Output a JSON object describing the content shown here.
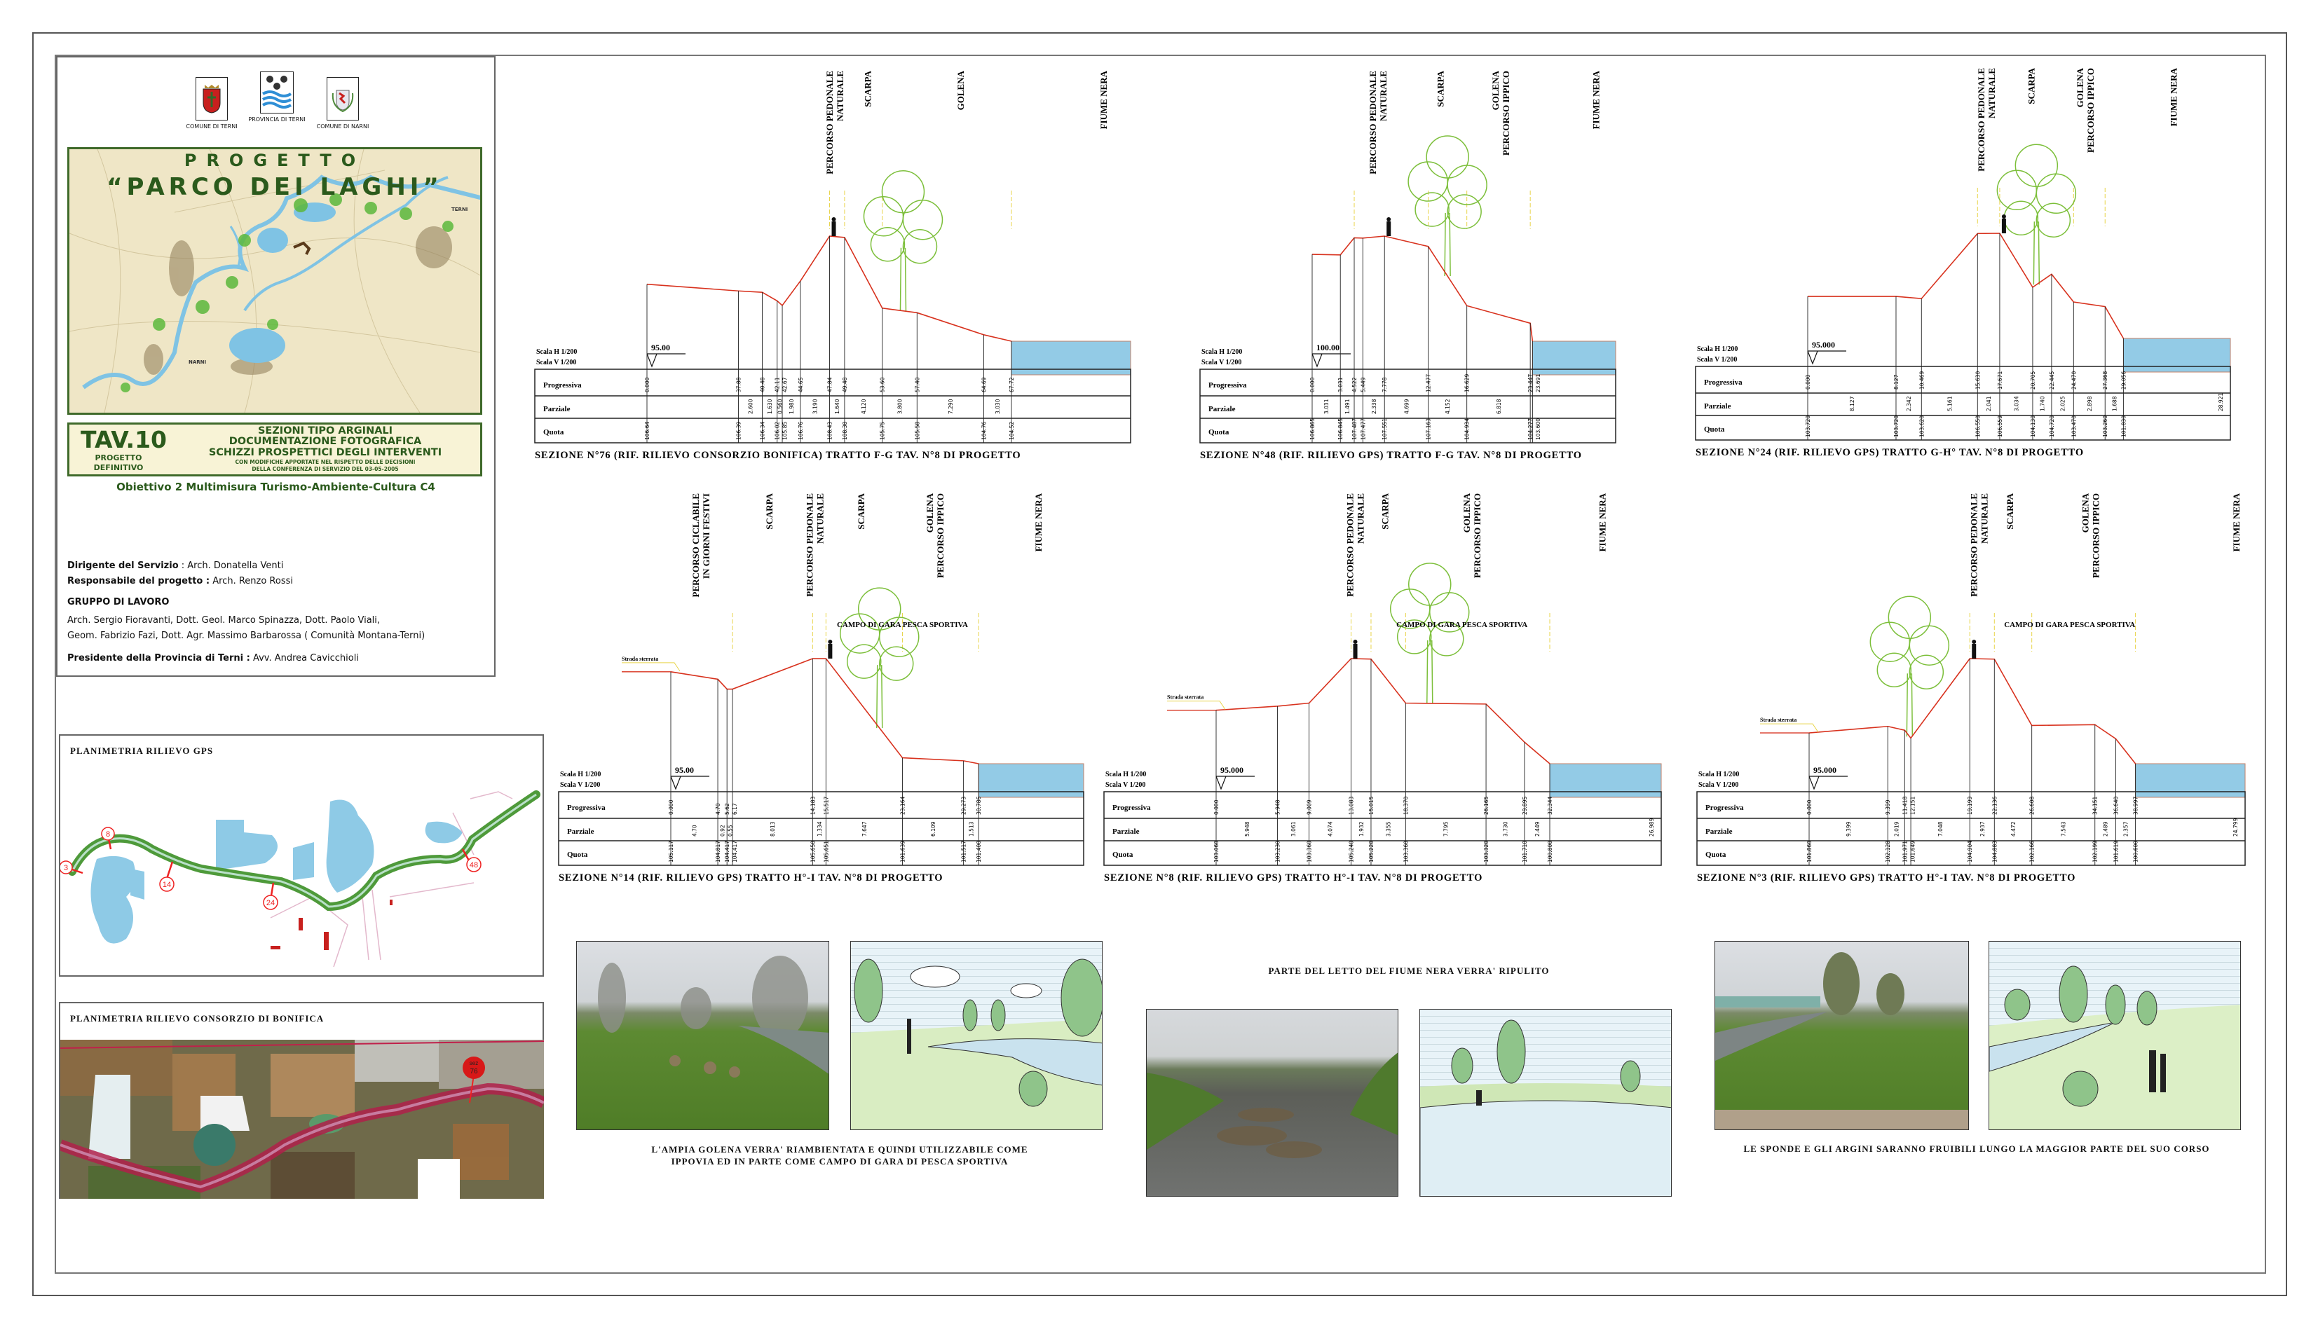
{
  "title_block": {
    "logos": [
      {
        "label": "COMUNE DI TERNI",
        "icon": "coat-of-arms-terni"
      },
      {
        "label": "PROVINCIA DI TERNI",
        "icon": "coat-of-arms-provincia"
      },
      {
        "label": "COMUNE DI NARNI",
        "icon": "coat-of-arms-narni"
      }
    ],
    "map": {
      "heading": "PROGETTO",
      "title": "“PARCO DEI LAGHI”",
      "town_terni": "TERNI",
      "town_narni": "NARNI"
    },
    "tav": {
      "number": "TAV.10",
      "line1": "PROGETTO",
      "line2": "DEFINITIVO",
      "subjects": [
        "SEZIONI TIPO ARGINALI",
        "DOCUMENTAZIONE FOTOGRAFICA",
        "SCHIZZI PROSPETTICI DEGLI INTERVENTI"
      ],
      "note": [
        "CON MODIFICHE APPORTATE NEL RISPETTO DELLE DECISIONI",
        "DELLA CONFERENZA DI SERVIZIO DEL 03-05-2005"
      ]
    },
    "objective": "Obiettivo 2 Multimisura Turismo-Ambiente-Cultura C4",
    "credits": {
      "dirigente_label": "Dirigente del Servizio",
      "dirigente": " :  Arch. Donatella Venti",
      "responsabile_label": "Responsabile del progetto :",
      "responsabile": " Arch. Renzo Rossi",
      "gruppo_label": "GRUPPO DI LAVORO",
      "gruppo_line1": "Arch. Sergio Fioravanti, Dott. Geol. Marco Spinazza, Dott. Paolo Viali,",
      "gruppo_line2": "Geom. Fabrizio Fazi, Dott. Agr. Massimo Barbarossa ( Comunità Montana-Terni)",
      "presidente_label": "Presidente della Provincia di Terni :",
      "presidente": " Avv. Andrea Cavicchioli"
    }
  },
  "plans": {
    "gps": {
      "title": "PLANIMETRIA  RILIEVO  GPS",
      "markers": [
        "3",
        "8",
        "14",
        "24",
        "48"
      ]
    },
    "bonifica": {
      "title": "PLANIMETRIA  RILIEVO  CONSORZIO  DI  BONIFICA",
      "marker_line1": "sez",
      "marker_line2": "76"
    }
  },
  "table_labels": {
    "progressiva": "Progressiva",
    "parziale": "Parziale",
    "quota": "Quota"
  },
  "scale": {
    "h": "Scala H 1/200",
    "v": "Scala V 1/200"
  },
  "colors": {
    "ground": "#d8321e",
    "water": "#93cbe6",
    "vegetation": "#7cbf3a",
    "title_green": "#2b5a1c"
  },
  "sections": {
    "s76": {
      "caption": "SEZIONE N°76 (RIF. RILIEVO CONSORZIO BONIFICA) TRATTO F-G TAV. N°8 DI PROGETTO",
      "datum": "95.00",
      "progressiva": [
        "0.000",
        "37.88",
        "40.48",
        "42.11",
        "42.67",
        "44.65",
        "47.84",
        "49.48",
        "53.60",
        "57.40",
        "64.69",
        "67.72"
      ],
      "parziale": [
        "",
        "2.600",
        "1.630",
        "0.560",
        "1.980",
        "3.190",
        "1.640",
        "4.120",
        "3.800",
        "7.290",
        "3.030",
        ""
      ],
      "quota": [
        "106.64",
        "106.39",
        "106.34",
        "106.02",
        "105.85",
        "106.76",
        "108.43",
        "108.38",
        "105.75",
        "105.58",
        "104.76",
        "104.52"
      ],
      "zones": [
        {
          "lines": [
            "PERCORSO PEDONALE",
            "NATURALE"
          ],
          "at": 6.2
        },
        {
          "lines": [
            "SCARPA"
          ],
          "at": 7.7
        },
        {
          "lines": [
            "GOLENA"
          ],
          "at": 9.7
        },
        {
          "lines": [
            "FIUME NERA"
          ],
          "at": 11.8
        }
      ],
      "marks": [
        6,
        7,
        8,
        11
      ]
    },
    "s48": {
      "caption": "SEZIONE N°48 (RIF. RILIEVO GPS) TRATTO F-G TAV. N°8 DI PROGETTO",
      "datum": "100.00",
      "progressiva": [
        "0.000",
        "3.031",
        "4.522",
        "5.449",
        "7.778",
        "12.477",
        "16.629",
        "23.447",
        "23.691"
      ],
      "parziale": [
        "3.031",
        "1.491",
        "",
        "2.338",
        "4.699",
        "4.152",
        "6.818",
        "",
        ""
      ],
      "quota": [
        "106.865",
        "106.845",
        "107.487",
        "107.477",
        "107.551",
        "107.163",
        "104.934",
        "104.277",
        "103.600"
      ],
      "zones": [
        {
          "lines": [
            "PERCORSO PEDONALE",
            "NATURALE"
          ],
          "at": 3.6
        },
        {
          "lines": [
            "SCARPA"
          ],
          "at": 5.4
        },
        {
          "lines": [
            "GOLENA",
            "PERCORSO IPPICO"
          ],
          "at": 6.5
        },
        {
          "lines": [
            "FIUME NERA"
          ],
          "at": 8.8
        }
      ],
      "marks": [
        2,
        5,
        6,
        7
      ]
    },
    "s24": {
      "caption": "SEZIONE N°24 (RIF. RILIEVO GPS) TRATTO G-H° TAV. N°8 DI PROGETTO",
      "datum": "95.000",
      "progressiva": [
        "0.000",
        "8.127",
        "10.469",
        "15.630",
        "17.671",
        "20.705",
        "22.445",
        "24.470",
        "27.368",
        "29.056"
      ],
      "parziale": [
        "8.127",
        "2.342",
        "5.161",
        "2.041",
        "3.034",
        "1.740",
        "2.025",
        "2.898",
        "1.688",
        "28.921"
      ],
      "quota": [
        "103.720",
        "103.720",
        "103.620",
        "106.550",
        "106.559",
        "104.130",
        "104.720",
        "103.470",
        "103.260",
        "101.830"
      ],
      "zones": [
        {
          "lines": [
            "PERCORSO PEDONALE",
            "NATURALE"
          ],
          "at": 3.3
        },
        {
          "lines": [
            "SCARPA"
          ],
          "at": 5.1
        },
        {
          "lines": [
            "GOLENA",
            "PERCORSO IPPICO"
          ],
          "at": 7.3
        },
        {
          "lines": [
            "FIUME NERA"
          ],
          "at": 9.5
        }
      ],
      "marks": [
        3,
        4,
        7,
        8
      ]
    },
    "s14": {
      "caption": "SEZIONE N°14 (RIF. RILIEVO GPS) TRATTO H°-I TAV. N°8 DI PROGETTO",
      "datum": "95.00",
      "progressiva": [
        "0.000",
        "4.70",
        "5.62",
        "6.17",
        "14.183",
        "15.517",
        "23.164",
        "29.273",
        "30.786"
      ],
      "parziale": [
        "4.70",
        "0.92",
        "0.55",
        "8.013",
        "1.334",
        "7.647",
        "6.109",
        "1.513",
        ""
      ],
      "quota": [
        "105.117",
        "104.817",
        "104.417",
        "104.417",
        "105.650",
        "105.651",
        "101.639",
        "101.517",
        "101.400"
      ],
      "zones": [
        {
          "lines": [
            "PERCORSO CICLABILE",
            "IN GIORNI FESTIVI"
          ],
          "at": 0.6
        },
        {
          "lines": [
            "SCARPA"
          ],
          "at": 3.5
        },
        {
          "lines": [
            "PERCORSO PEDONALE",
            "NATURALE"
          ],
          "at": 4.0
        },
        {
          "lines": [
            "SCARPA"
          ],
          "at": 5.5
        },
        {
          "lines": [
            "GOLENA",
            "PERCORSO IPPICO"
          ],
          "at": 6.5
        },
        {
          "lines": [
            "FIUME NERA"
          ],
          "at": 8.6
        }
      ],
      "marks": [
        3,
        4,
        5,
        6,
        8
      ],
      "campo_label": "CAMPO DI GARA PESCA SPORTIVA",
      "road_label": "Strada sterrata"
    },
    "s8": {
      "caption": "SEZIONE N°8 (RIF. RILIEVO GPS) TRATTO H°-I TAV. N°8 DI PROGETTO",
      "datum": "95.000",
      "progressiva": [
        "0.000",
        "5.948",
        "9.009",
        "13.083",
        "15.015",
        "18.370",
        "26.165",
        "29.895",
        "32.344"
      ],
      "parziale": [
        "5.948",
        "3.061",
        "4.074",
        "1.932",
        "3.355",
        "7.795",
        "3.730",
        "2.449",
        "26.989"
      ],
      "quota": [
        "103.060",
        "103.230",
        "103.360",
        "105.240",
        "105.220",
        "103.360",
        "103.320",
        "101.710",
        "100.800"
      ],
      "zones": [
        {
          "lines": [
            "PERCORSO PEDONALE",
            "NATURALE"
          ],
          "at": 3.1
        },
        {
          "lines": [
            "SCARPA"
          ],
          "at": 4.5
        },
        {
          "lines": [
            "GOLENA",
            "PERCORSO IPPICO"
          ],
          "at": 5.8
        },
        {
          "lines": [
            "FIUME NERA"
          ],
          "at": 8.5
        }
      ],
      "marks": [
        3,
        4,
        5,
        8
      ],
      "campo_label": "CAMPO DI GARA PESCA SPORTIVA",
      "road_label": "Strada sterrata"
    },
    "s3": {
      "caption": "SEZIONE N°3 (RIF. RILIEVO GPS) TRATTO H°-I TAV. N°8 DI PROGETTO",
      "datum": "95.000",
      "progressiva": [
        "0.000",
        "9.399",
        "11.418",
        "12.151",
        "19.199",
        "22.136",
        "26.608",
        "34.151",
        "36.640",
        "38.997"
      ],
      "parziale": [
        "9.399",
        "2.019",
        "",
        "7.048",
        "2.937",
        "4.472",
        "7.543",
        "2.489",
        "2.357",
        "24.799"
      ],
      "quota": [
        "101.860",
        "102.128",
        "101.971",
        "101.649",
        "104.904",
        "104.883",
        "102.166",
        "102.199",
        "101.619",
        "100.600"
      ],
      "zones": [
        {
          "lines": [
            "PERCORSO PEDONALE",
            "NATURALE"
          ],
          "at": 4.3
        },
        {
          "lines": [
            "SCARPA"
          ],
          "at": 5.5
        },
        {
          "lines": [
            "GOLENA",
            "PERCORSO IPPICO"
          ],
          "at": 6.9
        },
        {
          "lines": [
            "FIUME NERA"
          ],
          "at": 9.95
        }
      ],
      "marks": [
        4,
        5,
        6,
        9
      ],
      "campo_label": "CAMPO DI GARA PESCA SPORTIVA",
      "road_label": "Strada sterrata"
    }
  },
  "photos": {
    "caption_golena": [
      "L'AMPIA GOLENA VERRA' RIAMBIENTATA E QUINDI UTILIZZABILE COME",
      "IPPOVIA ED IN PARTE COME CAMPO DI GARA DI PESCA SPORTIVA"
    ],
    "caption_letto": "PARTE DEL LETTO DEL FIUME NERA VERRA' RIPULITO",
    "caption_sponde": "LE SPONDE E GLI ARGINI SARANNO FRUIBILI LUNGO LA MAGGIOR PARTE DEL SUO CORSO"
  }
}
